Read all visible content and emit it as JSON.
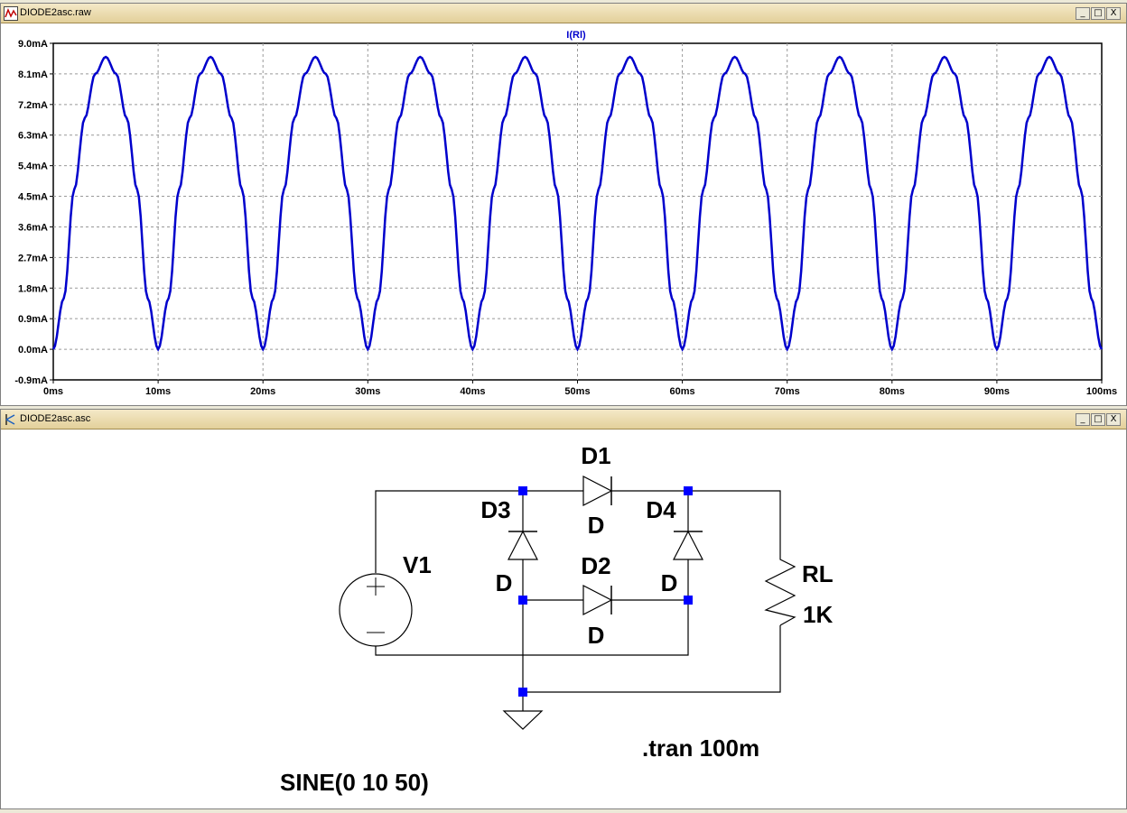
{
  "windows": {
    "plot": {
      "title": "DIODE2asc.raw"
    },
    "schematic": {
      "title": "DIODE2asc.asc"
    }
  },
  "window_buttons": {
    "minimize": "_",
    "restore": "□",
    "close": "X"
  },
  "chart_data": {
    "type": "line",
    "title": "I(Rl)",
    "xlabel": "",
    "ylabel": "",
    "xlim": [
      0,
      100
    ],
    "ylim": [
      -0.9,
      9.0
    ],
    "grid": true,
    "x_tick_labels": [
      "0ms",
      "10ms",
      "20ms",
      "30ms",
      "40ms",
      "50ms",
      "60ms",
      "70ms",
      "80ms",
      "90ms",
      "100ms"
    ],
    "y_tick_labels": [
      "9.0mA",
      "8.1mA",
      "7.2mA",
      "6.3mA",
      "5.4mA",
      "4.5mA",
      "3.6mA",
      "2.7mA",
      "1.8mA",
      "0.9mA",
      "0.0mA",
      "-0.9mA"
    ],
    "series": [
      {
        "name": "I(Rl)",
        "color": "#0000cc",
        "x_ms": [
          0,
          1,
          2,
          3,
          4,
          5,
          6,
          7,
          8,
          9,
          10,
          11,
          12,
          13,
          14,
          15,
          16,
          17,
          18,
          19,
          20,
          21,
          22,
          23,
          24,
          25,
          26,
          27,
          28,
          29,
          30,
          31,
          32,
          33,
          34,
          35,
          36,
          37,
          38,
          39,
          40,
          41,
          42,
          43,
          44,
          45,
          46,
          47,
          48,
          49,
          50,
          51,
          52,
          53,
          54,
          55,
          56,
          57,
          58,
          59,
          60,
          61,
          62,
          63,
          64,
          65,
          66,
          67,
          68,
          69,
          70,
          71,
          72,
          73,
          74,
          75,
          76,
          77,
          78,
          79,
          80,
          81,
          82,
          83,
          84,
          85,
          86,
          87,
          88,
          89,
          90,
          91,
          92,
          93,
          94,
          95,
          96,
          97,
          98,
          99,
          100
        ],
        "y_mA": [
          0.0,
          1.5,
          4.7,
          6.8,
          8.1,
          8.6,
          8.1,
          6.8,
          4.7,
          1.5,
          0.0,
          1.5,
          4.7,
          6.8,
          8.1,
          8.6,
          8.1,
          6.8,
          4.7,
          1.5,
          0.0,
          1.5,
          4.7,
          6.8,
          8.1,
          8.6,
          8.1,
          6.8,
          4.7,
          1.5,
          0.0,
          1.5,
          4.7,
          6.8,
          8.1,
          8.6,
          8.1,
          6.8,
          4.7,
          1.5,
          0.0,
          1.5,
          4.7,
          6.8,
          8.1,
          8.6,
          8.1,
          6.8,
          4.7,
          1.5,
          0.0,
          1.5,
          4.7,
          6.8,
          8.1,
          8.6,
          8.1,
          6.8,
          4.7,
          1.5,
          0.0,
          1.5,
          4.7,
          6.8,
          8.1,
          8.6,
          8.1,
          6.8,
          4.7,
          1.5,
          0.0,
          1.5,
          4.7,
          6.8,
          8.1,
          8.6,
          8.1,
          6.8,
          4.7,
          1.5,
          0.0,
          1.5,
          4.7,
          6.8,
          8.1,
          8.6,
          8.1,
          6.8,
          4.7,
          1.5,
          0.0,
          1.5,
          4.7,
          6.8,
          8.1,
          8.6,
          8.1,
          6.8,
          4.7,
          1.5,
          0.0
        ]
      }
    ]
  },
  "schematic": {
    "components": {
      "d1": {
        "name": "D1",
        "value": "D"
      },
      "d2": {
        "name": "D2",
        "value": "D"
      },
      "d3": {
        "name": "D3",
        "value": "D"
      },
      "d4": {
        "name": "D4",
        "value": "D"
      },
      "rl": {
        "name": "RL",
        "value": "1K"
      },
      "v1": {
        "name": "V1",
        "value": "SINE(0 10 50)"
      }
    },
    "directive": ".tran 100m",
    "node_color": "#0000ff"
  }
}
